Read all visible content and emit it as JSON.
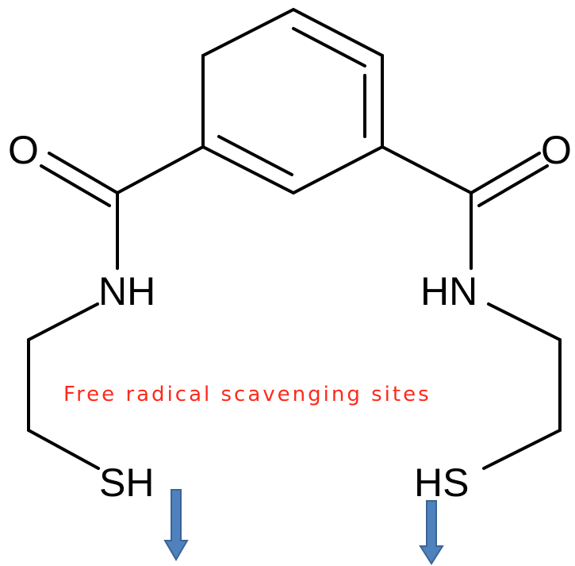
{
  "diagram": {
    "atoms": {
      "o_left": "O",
      "o_right": "O",
      "nh_left": "NH",
      "nh_right": "HN",
      "sh_left": "SH",
      "sh_right": "HS"
    },
    "caption": "Free radical scavenging sites",
    "colors": {
      "bond": "#000000",
      "caption": "#ff2a1a",
      "arrow": "#4f81bd"
    }
  }
}
